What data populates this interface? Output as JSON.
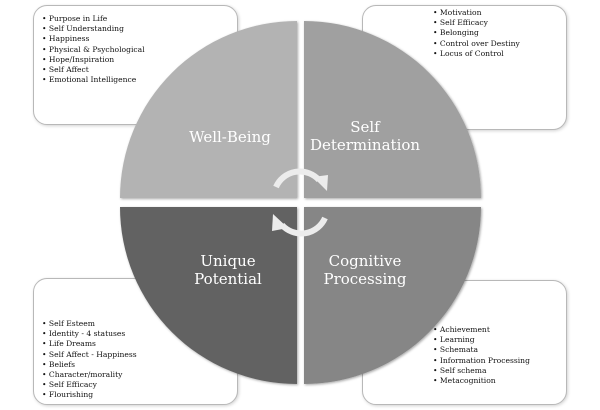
{
  "quadrants": {
    "well_being": "Well-Being",
    "self_determination": "Self Determination",
    "unique_potential": "Unique Potential",
    "cognitive_processing": "Cognitive Processing"
  },
  "lists": {
    "well_being": [
      "Purpose in Life",
      "Self Understanding",
      "Happiness",
      "Physical & Psychological",
      "Hope/Inspiration",
      "Self Affect",
      "Emotional Intelligence"
    ],
    "self_determination": [
      "Motivation",
      "Self Efficacy",
      "Belonging",
      "Control over Destiny",
      "Locus of Control"
    ],
    "unique_potential": [
      "Self Esteem",
      "Identity - 4 statuses",
      "Life Dreams",
      "Self Affect - Happiness",
      "Beliefs",
      "Character/morality",
      "Self Efficacy",
      "Flourishing"
    ],
    "cognitive_processing": [
      "Achievement",
      "Learning",
      "Schemata",
      "Information Processing",
      "Self schema",
      "Metacognition"
    ]
  },
  "colors": {
    "well_being": "#b3b3b3",
    "self_determination": "#a0a0a0",
    "unique_potential": "#626262",
    "cognitive_processing": "#868686",
    "arrow": "#ececec"
  }
}
